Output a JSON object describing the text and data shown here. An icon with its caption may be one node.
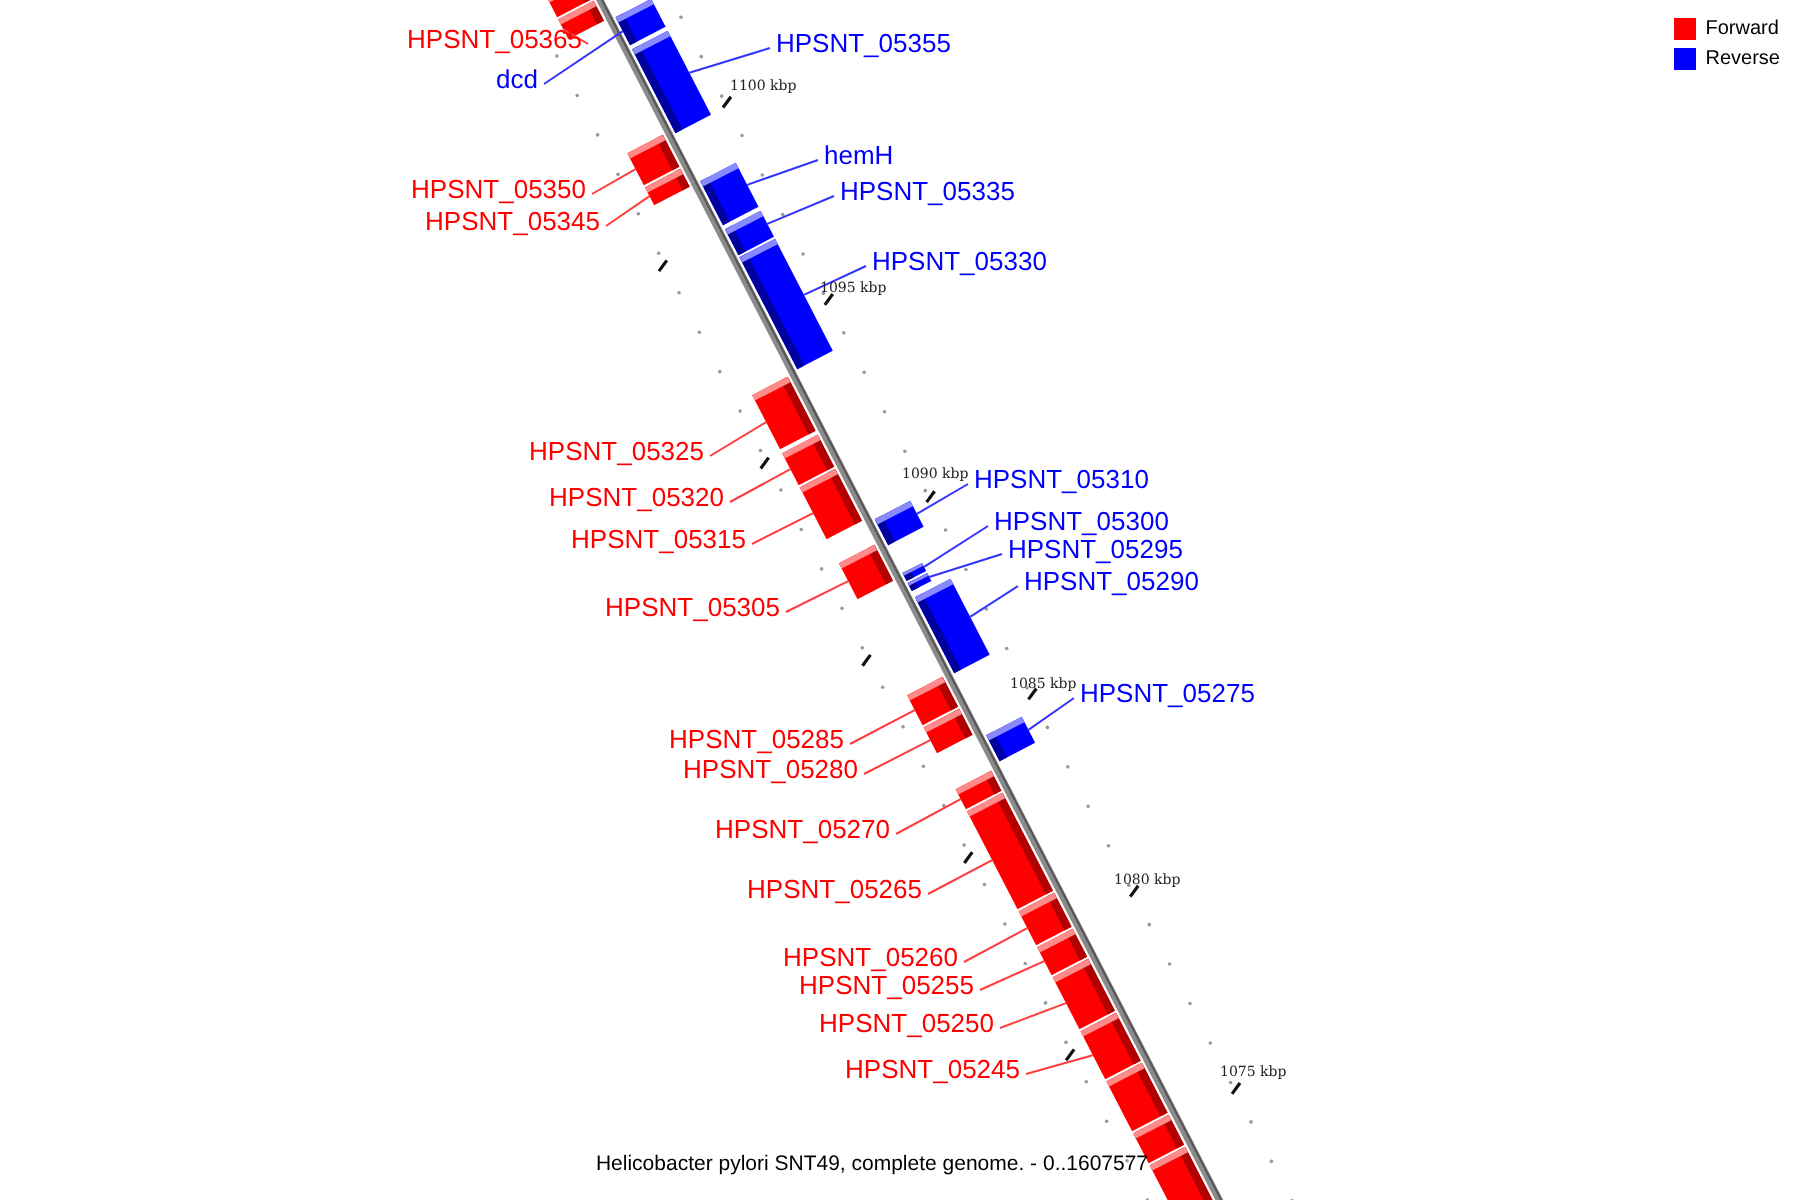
{
  "diagram": {
    "caption": "Helicobacter pylori SNT49, complete genome. - 0..1607577",
    "nodes": [
      {
        "text": [],
        "shape": "bar"
      },
      {
        "text": [
          "HPSNT_05365"
        ]
      },
      {
        "text": [],
        "shape": "bar"
      },
      {
        "text": [
          "dcd"
        ]
      },
      {
        "text": [],
        "shape": "bar"
      },
      {
        "text": [
          "HPSNT_05355"
        ]
      },
      {
        "text": [],
        "shape": "bar"
      },
      {
        "text": [
          "HPSNT_05350"
        ]
      },
      {
        "text": [],
        "shape": "bar"
      },
      {
        "text": [
          "HPSNT_05345"
        ]
      },
      {
        "text": [],
        "shape": "bar"
      },
      {
        "text": [
          "hemH"
        ]
      },
      {
        "text": [],
        "shape": "bar"
      },
      {
        "text": [
          "HPSNT_05335"
        ]
      },
      {
        "text": [],
        "shape": "bar"
      },
      {
        "text": [
          "HPSNT_05330"
        ]
      },
      {
        "text": [],
        "shape": "bar"
      },
      {
        "text": [
          "HPSNT_05325"
        ]
      },
      {
        "text": [],
        "shape": "bar"
      },
      {
        "text": [
          "HPSNT_05320"
        ]
      },
      {
        "text": [],
        "shape": "bar"
      },
      {
        "text": [
          "HPSNT_05315"
        ]
      },
      {
        "text": [],
        "shape": "bar"
      },
      {
        "text": [
          "HPSNT_05310"
        ]
      },
      {
        "text": [],
        "shape": "bar"
      },
      {
        "text": [
          "HPSNT_05305"
        ]
      },
      {
        "text": [],
        "shape": "bar"
      },
      {
        "text": [
          "HPSNT_05300"
        ]
      },
      {
        "text": [],
        "shape": "bar"
      },
      {
        "text": [
          "HPSNT_05295"
        ]
      },
      {
        "text": [],
        "shape": "bar"
      },
      {
        "text": [
          "HPSNT_05290"
        ]
      },
      {
        "text": [],
        "shape": "bar"
      },
      {
        "text": [
          "HPSNT_05285"
        ]
      },
      {
        "text": [],
        "shape": "bar"
      },
      {
        "text": [
          "HPSNT_05280"
        ]
      },
      {
        "text": [],
        "shape": "bar"
      },
      {
        "text": [
          "HPSNT_05275"
        ]
      },
      {
        "text": [],
        "shape": "bar"
      },
      {
        "text": [
          "HPSNT_05270"
        ]
      },
      {
        "text": [],
        "shape": "bar"
      },
      {
        "text": [
          "HPSNT_05265"
        ]
      },
      {
        "text": [],
        "shape": "bar"
      },
      {
        "text": [
          "HPSNT_05260"
        ]
      },
      {
        "text": [],
        "shape": "bar"
      },
      {
        "text": [
          "HPSNT_05255"
        ]
      },
      {
        "text": [],
        "shape": "bar"
      },
      {
        "text": [
          "HPSNT_05250"
        ]
      },
      {
        "text": [],
        "shape": "bar"
      },
      {
        "text": [
          "HPSNT_05245"
        ]
      },
      {
        "text": [],
        "shape": "bar"
      },
      {
        "text": [],
        "shape": "bar"
      },
      {
        "text": [],
        "shape": "bar"
      },
      {
        "text": [],
        "shape": "bar"
      }
    ],
    "edges": [
      {
        "from": 1,
        "to": 2,
        "arrow": "none"
      },
      {
        "from": 3,
        "to": 4,
        "arrow": "none",
        "color": "#3333ff"
      },
      {
        "from": 5,
        "to": 6,
        "arrow": "none",
        "color": "#3333ff"
      },
      {
        "from": 7,
        "to": 8,
        "arrow": "none"
      },
      {
        "from": 9,
        "to": 10,
        "arrow": "none"
      },
      {
        "from": 11,
        "to": 12,
        "arrow": "none",
        "color": "#3333ff"
      },
      {
        "from": 13,
        "to": 14,
        "arrow": "none",
        "color": "#3333ff"
      },
      {
        "from": 15,
        "to": 16,
        "arrow": "none",
        "color": "#3333ff"
      },
      {
        "from": 17,
        "to": 18,
        "arrow": "none"
      },
      {
        "from": 19,
        "to": 20,
        "arrow": "none"
      },
      {
        "from": 21,
        "to": 22,
        "arrow": "none"
      },
      {
        "from": 23,
        "to": 24,
        "arrow": "none",
        "color": "#3333ff"
      },
      {
        "from": 25,
        "to": 26,
        "arrow": "none"
      },
      {
        "from": 27,
        "to": 28,
        "arrow": "none",
        "color": "#3333ff"
      },
      {
        "from": 29,
        "to": 30,
        "arrow": "none",
        "color": "#3333ff"
      },
      {
        "from": 31,
        "to": 32,
        "arrow": "none",
        "color": "#3333ff"
      },
      {
        "from": 33,
        "to": 34,
        "arrow": "none"
      },
      {
        "from": 35,
        "to": 36,
        "arrow": "none"
      },
      {
        "from": 37,
        "to": 38,
        "arrow": "none",
        "color": "#3333ff"
      },
      {
        "from": 39,
        "to": 40,
        "arrow": "none"
      },
      {
        "from": 41,
        "to": 42,
        "arrow": "none"
      },
      {
        "from": 43,
        "to": 44,
        "arrow": "none"
      },
      {
        "from": 45,
        "to": 46,
        "arrow": "none"
      },
      {
        "from": 47,
        "to": 48,
        "arrow": "none"
      },
      {
        "from": 49,
        "to": 50,
        "arrow": "none"
      }
    ],
    "labels": [
      "1100 kbp",
      "1095 kbp",
      "1090 kbp",
      "1085 kbp",
      "1080 kbp",
      "1075 kbp"
    ],
    "legend": [
      {
        "text": "Forward",
        "color": "#ff0000"
      },
      {
        "text": "Reverse",
        "color": "#0000ff"
      }
    ]
  }
}
